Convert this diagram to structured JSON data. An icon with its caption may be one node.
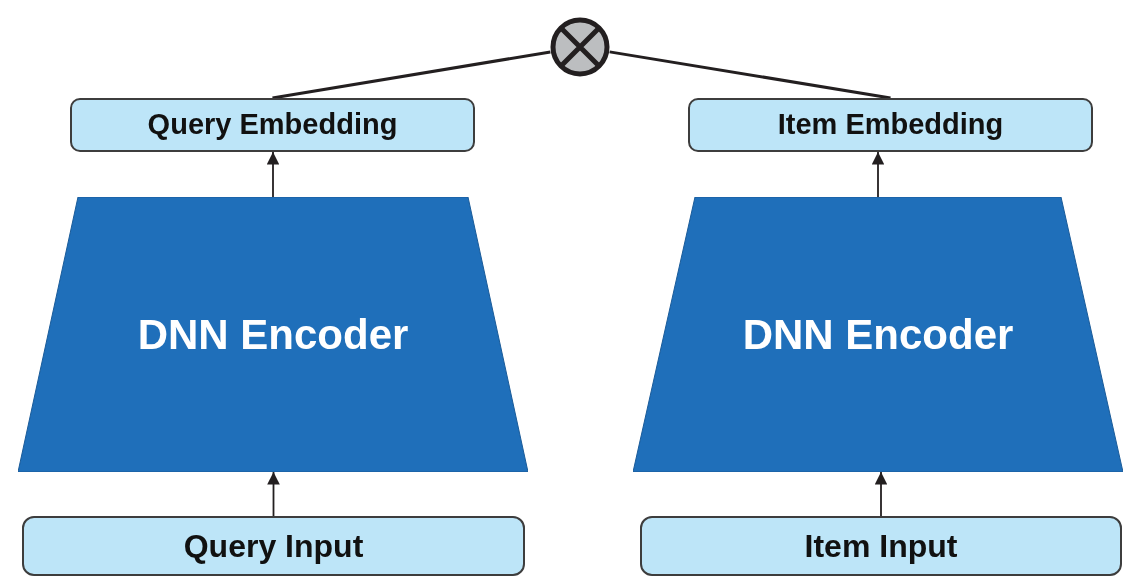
{
  "diagram": {
    "nodes": [
      {
        "text": [],
        "shape": "circle"
      },
      {
        "text": [
          "Query Embedding"
        ]
      },
      {
        "text": [
          "Item Embedding"
        ]
      },
      {
        "text": [
          "DNN Encoder"
        ]
      },
      {
        "text": [
          "DNN Encoder"
        ]
      },
      {
        "text": [
          "Query Input"
        ]
      },
      {
        "text": [
          "Item Input"
        ]
      }
    ],
    "edges": [
      {
        "from": 1,
        "to": 0,
        "arrow": "none"
      },
      {
        "from": 2,
        "to": 0,
        "arrow": "none"
      },
      {
        "from": 3,
        "to": 1,
        "arrow": "to"
      },
      {
        "from": 4,
        "to": 2,
        "arrow": "to"
      },
      {
        "from": 5,
        "to": 3,
        "arrow": "to"
      },
      {
        "from": 6,
        "to": 4,
        "arrow": "to"
      }
    ]
  }
}
